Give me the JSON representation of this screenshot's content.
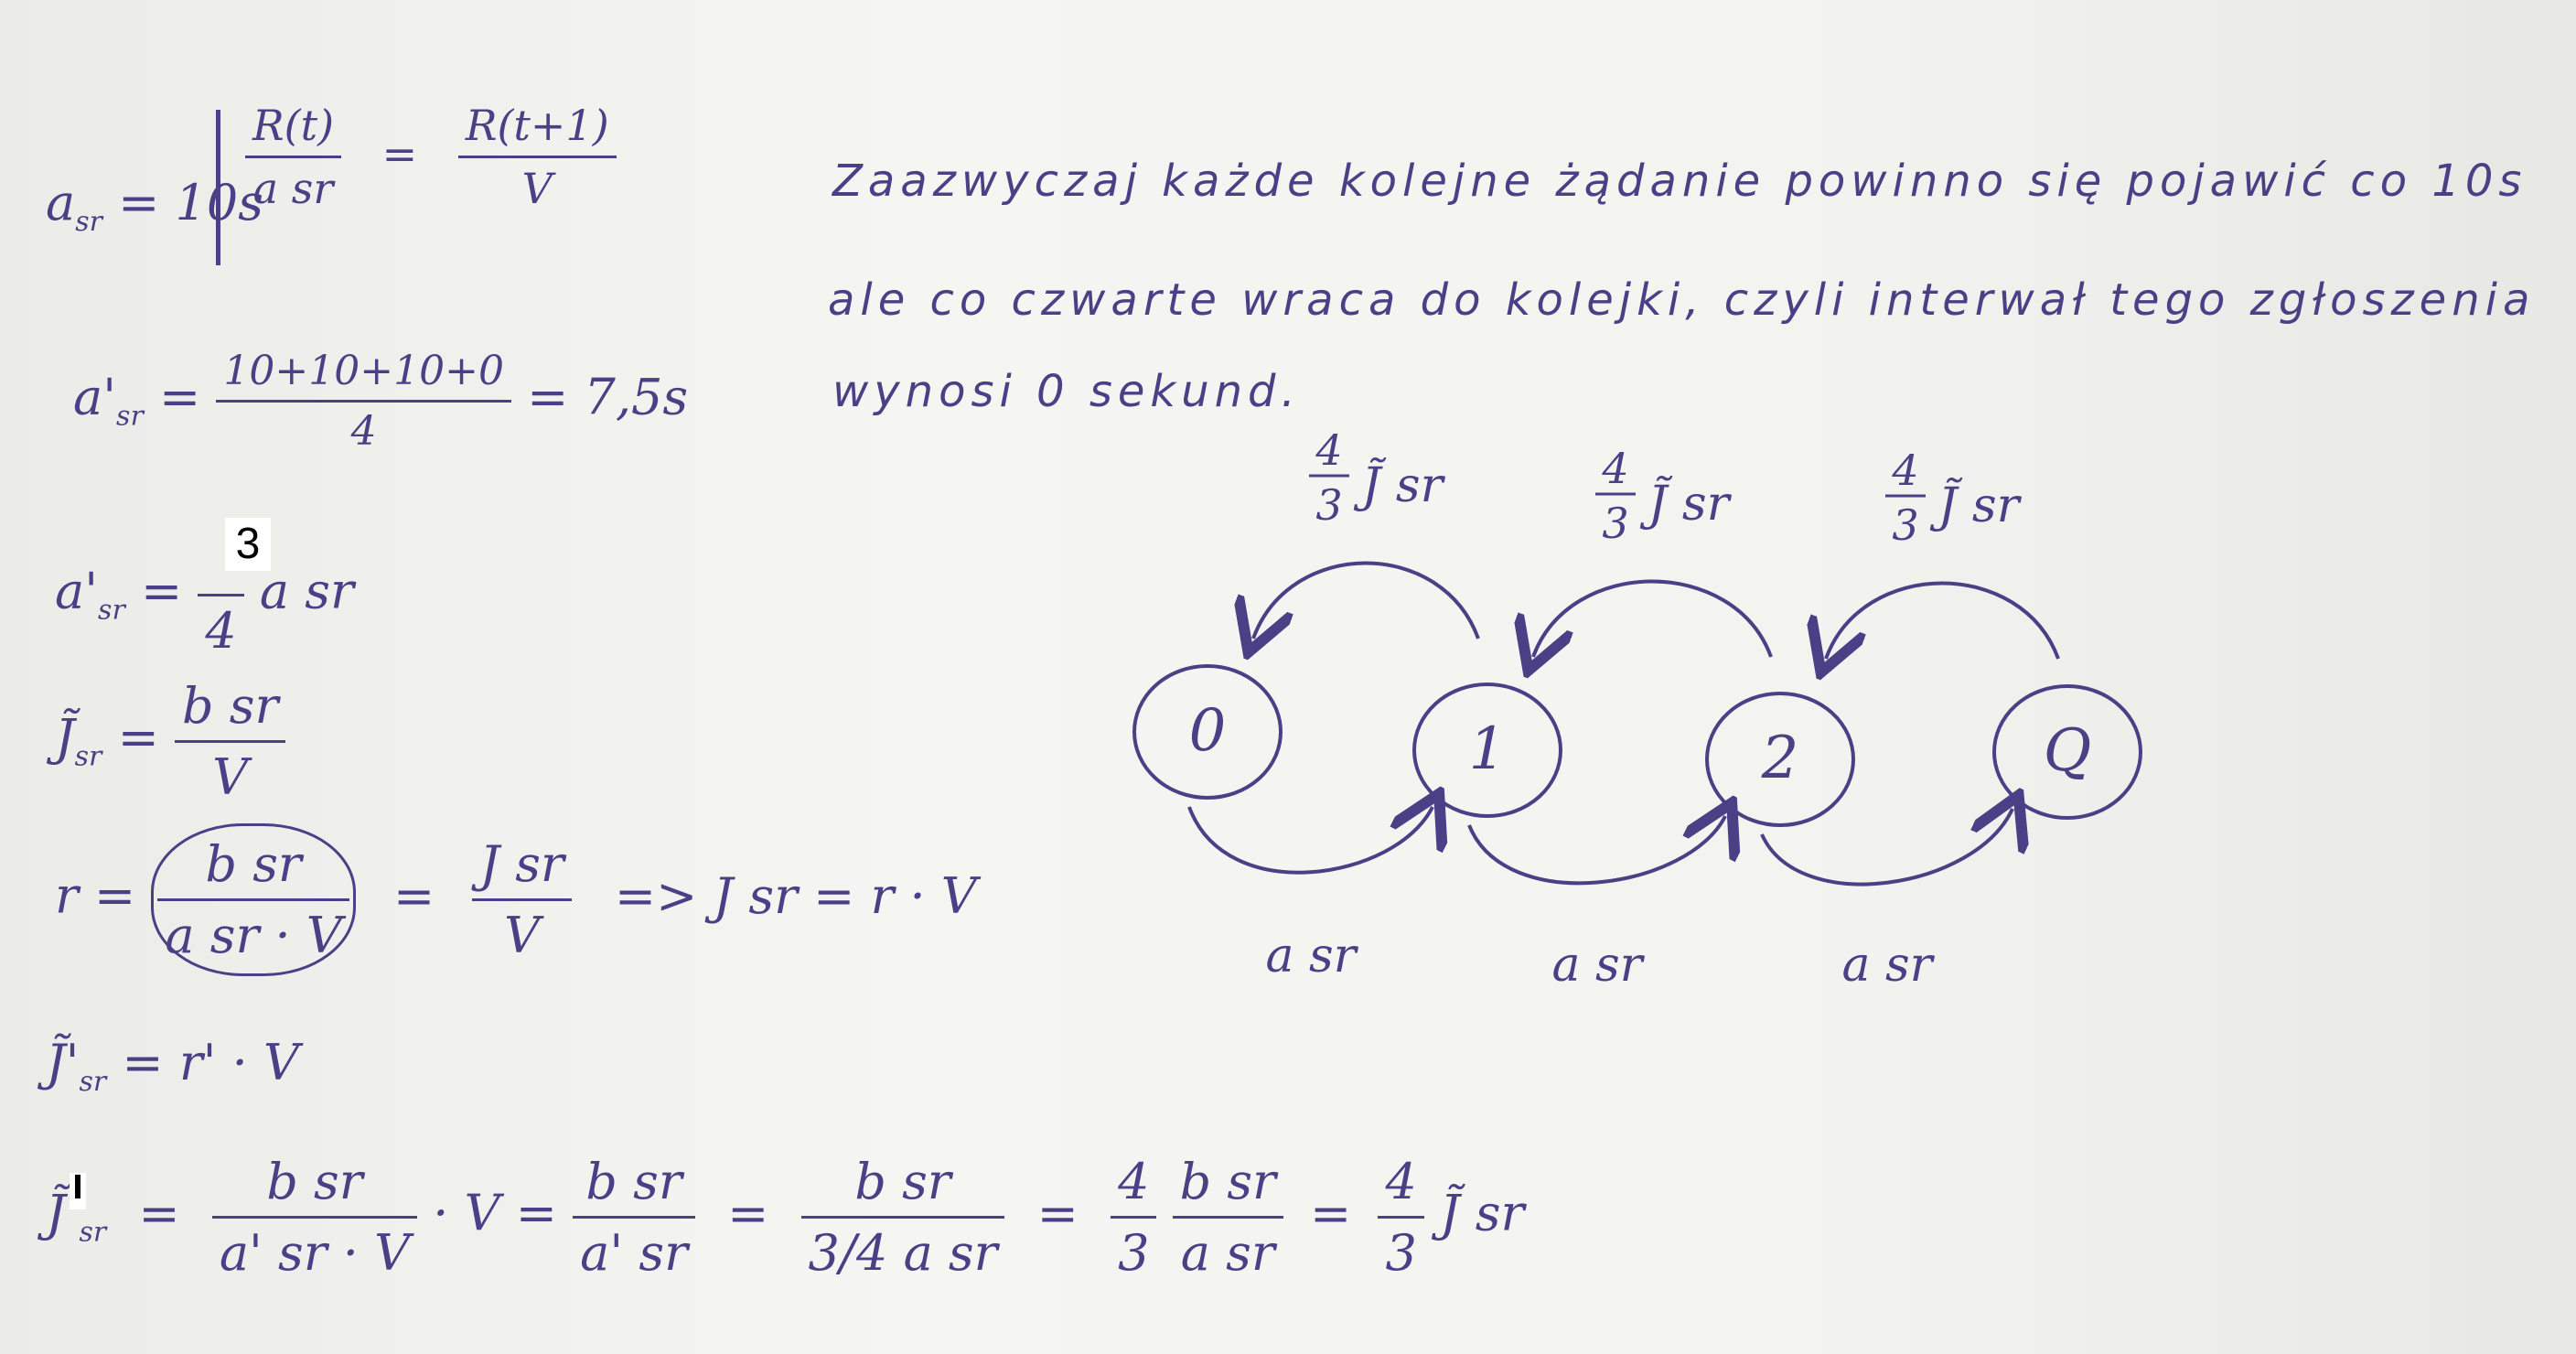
{
  "equations": {
    "line1_lhs": "a",
    "line1_sub": "sr",
    "line1_rhs": "= 10s",
    "crossed_num": "R(t)",
    "crossed_den": "a sr",
    "crossed_rhs_num": "R(t+1)",
    "crossed_rhs_den": "V",
    "line2_lhs": "a'",
    "line2_sub": "sr",
    "line2_num": "10+10+10+0",
    "line2_den": "4",
    "line2_rhs": "= 7,5s",
    "line3_lhs": "a'",
    "line3_sub": "sr",
    "line3_num": "3",
    "line3_den": "4",
    "line3_rhs": "a sr",
    "line4_lhs": "J̃",
    "line4_sub": "sr",
    "line4_num": "b sr",
    "line4_den": "V",
    "line5_lhs": "r =",
    "line5_num": "b sr",
    "line5_den": "a sr · V",
    "line5_mid_num": "J sr",
    "line5_mid_den": "V",
    "line5_rhs": "=> J sr = r · V",
    "line6_lhs": "J̃'",
    "line6_sub": "sr",
    "line6_rhs": "= r' · V",
    "line7_lhs": "J̃'",
    "line7_sub": "sr",
    "line7_f1_num": "b sr",
    "line7_f1_den": "a' sr · V",
    "line7_f1_tail": "· V =",
    "line7_f2_num": "b sr",
    "line7_f2_den": "a' sr",
    "line7_f3_num": "b sr",
    "line7_f3_den": "3/4 a sr",
    "line7_f4_num": "4",
    "line7_f4_den": "3",
    "line7_f5_num": "b sr",
    "line7_f5_den": "a sr",
    "line7_f6_num": "4",
    "line7_f6_den": "3",
    "line7_tail": "J̃ sr"
  },
  "inserted_label_3": "3",
  "note": {
    "line1": "Zaazwyczaj każde kolejne żądanie powinno się pojawić co 10s",
    "line2": "ale co czwarte wraca do kolejki, czyli interwał tego zgłoszenia",
    "line3": "wynosi 0 sekund."
  },
  "diagram": {
    "states": [
      "0",
      "1",
      "2",
      "Q"
    ],
    "forward_labels": [
      "a sr",
      "a sr",
      "a sr"
    ],
    "back_labels_num": [
      "4",
      "4",
      "4"
    ],
    "back_labels_den": [
      "3",
      "3",
      "3"
    ],
    "back_labels_sym": [
      "J̃ sr",
      "J̃ sr",
      "J̃ sr"
    ]
  },
  "colors": {
    "ink": "#4b3f86",
    "paper": "#f1f1ee"
  }
}
